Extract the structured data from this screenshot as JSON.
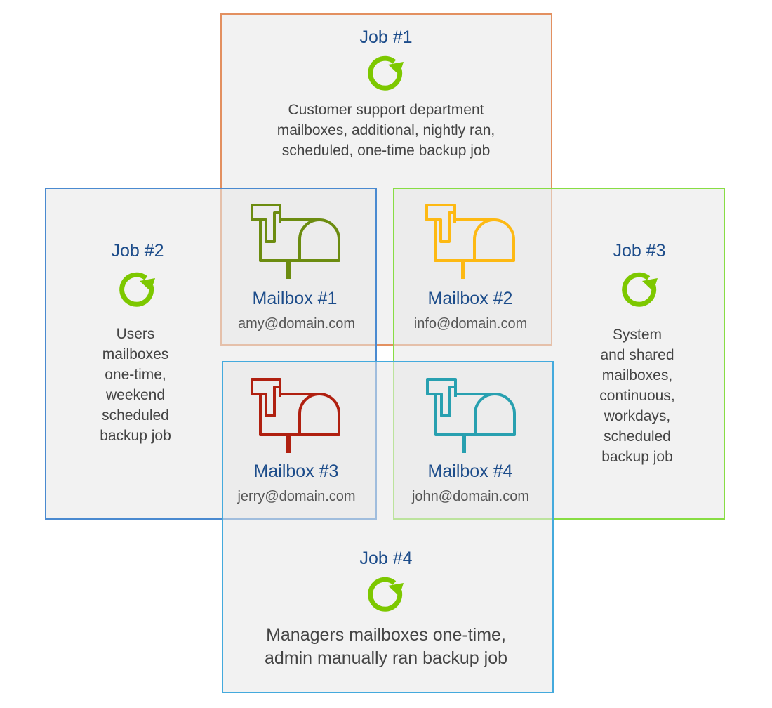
{
  "colors": {
    "job1_border": "#e39060",
    "job2_border": "#4a8ad0",
    "job3_border": "#88dd44",
    "job4_border": "#44aadd",
    "refresh_icon": "#7dc800",
    "mailbox1": "#6c8c10",
    "mailbox2": "#fdb913",
    "mailbox3": "#b02010",
    "mailbox4": "#28a0b0"
  },
  "jobs": [
    {
      "title": "Job #1",
      "description": "Customer support department\nmailboxes, additional, nightly ran,\nscheduled, one-time backup job"
    },
    {
      "title": "Job #2",
      "description": "Users\nmailboxes\none-time,\nweekend\nscheduled\nbackup job"
    },
    {
      "title": "Job #3",
      "description": "System\nand shared\nmailboxes,\ncontinuous,\nworkdays,\nscheduled\nbackup job"
    },
    {
      "title": "Job #4",
      "description": "Managers mailboxes one-time,\nadmin manually ran backup job"
    }
  ],
  "mailboxes": [
    {
      "title": "Mailbox #1",
      "email": "amy@domain.com",
      "icon": "mailbox-icon"
    },
    {
      "title": "Mailbox #2",
      "email": "info@domain.com",
      "icon": "mailbox-icon"
    },
    {
      "title": "Mailbox #3",
      "email": "jerry@domain.com",
      "icon": "mailbox-icon"
    },
    {
      "title": "Mailbox #4",
      "email": "john@domain.com",
      "icon": "mailbox-icon"
    }
  ]
}
